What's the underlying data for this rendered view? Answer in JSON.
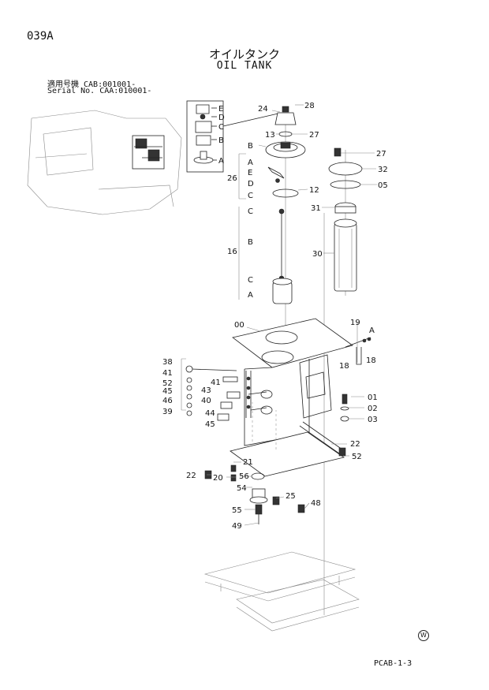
{
  "header": {
    "page_id": "039A",
    "title_jp": "オイルタンク",
    "title_en": "OIL TANK",
    "serial_jp": "適用号機 CAB:001001-",
    "serial_en": "Serial No. CAA:010001-"
  },
  "footer": {
    "code": "PCAB-1-3",
    "mark": "W"
  },
  "callouts": {
    "n24": "24",
    "n28": "28",
    "n13": "13",
    "n27a": "27",
    "n27b": "27",
    "n32": "32",
    "n05": "05",
    "n12": "12",
    "n26": "26",
    "n31": "31",
    "n30": "30",
    "n16": "16",
    "n00": "00",
    "n19": "19",
    "n18a": "18",
    "n18b": "18",
    "n38": "38",
    "n41a": "41",
    "n41b": "41",
    "n52a": "52",
    "n52b": "52",
    "n45a": "45",
    "n45b": "45",
    "n46": "46",
    "n39": "39",
    "n43": "43",
    "n40": "40",
    "n44": "44",
    "n01": "01",
    "n02": "02",
    "n03": "03",
    "n22a": "22",
    "n22b": "22",
    "n21": "21",
    "n20": "20",
    "n56": "56",
    "n54": "54",
    "n25": "25",
    "n48": "48",
    "n55": "55",
    "n49": "49"
  },
  "letters": {
    "inset": [
      "E",
      "D",
      "C",
      "B",
      "A"
    ],
    "group26": [
      "B",
      "A",
      "E",
      "D",
      "C"
    ],
    "group16": [
      "C",
      "B",
      "C",
      "A"
    ],
    "side_A": "A"
  }
}
